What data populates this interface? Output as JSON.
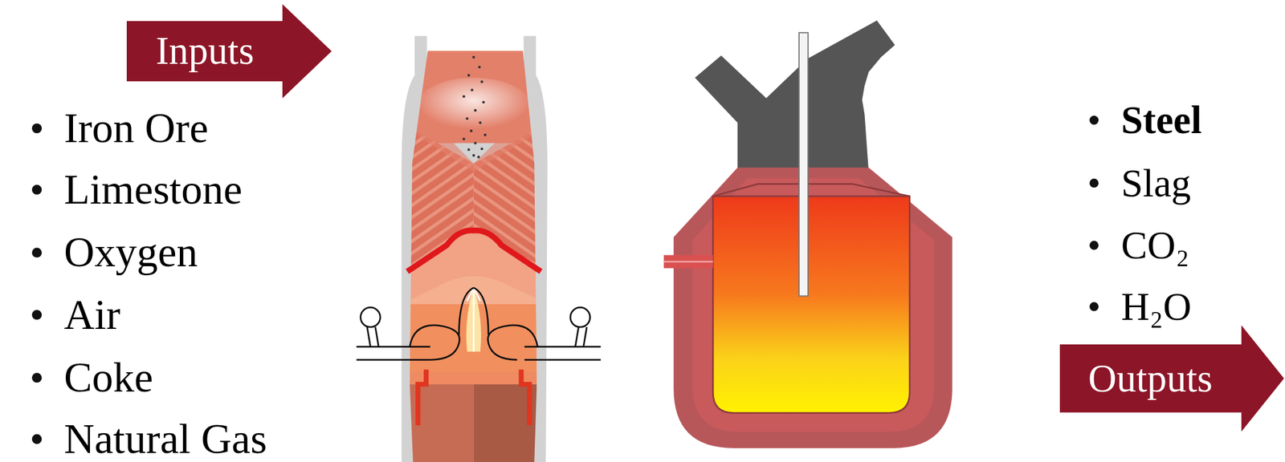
{
  "diagram": {
    "nodes": [
      {
        "text": [
          "Inputs"
        ]
      },
      {
        "text": [
          "Outputs"
        ]
      }
    ],
    "labels": [
      "Iron Ore",
      "Limestone",
      "Oxygen",
      "Air",
      "Coke",
      "Natural Gas",
      "Steel",
      "Slag",
      "CO₂",
      "H₂O"
    ]
  }
}
